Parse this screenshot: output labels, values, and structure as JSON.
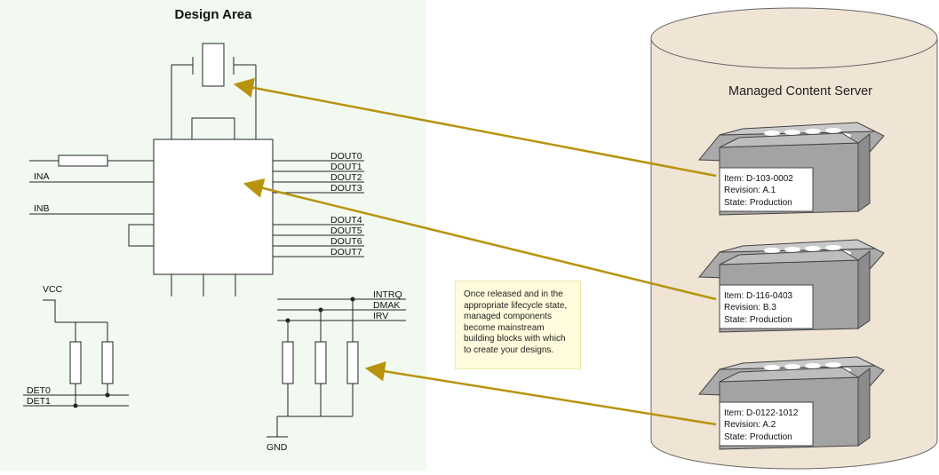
{
  "design_area": {
    "title": "Design Area",
    "chip_outputs": [
      "DOUT0",
      "DOUT1",
      "DOUT2",
      "DOUT3",
      "DOUT4",
      "DOUT5",
      "DOUT6",
      "DOUT7"
    ],
    "chip_inputs": [
      "INA",
      "INB"
    ],
    "power_net": "VCC",
    "det_nets": [
      "DET0",
      "DET1"
    ],
    "bus_nets": [
      "INTRQ",
      "DMAK",
      "IRV"
    ],
    "ground_net": "GND"
  },
  "server": {
    "title": "Managed Content Server",
    "items": [
      {
        "item": "Item: D-103-0002",
        "revision": "Revision: A.1",
        "state": "State: Production"
      },
      {
        "item": "Item: D-116-0403",
        "revision": "Revision: B.3",
        "state": "State: Production"
      },
      {
        "item": "Item: D-0122-1012",
        "revision": "Revision: A.2",
        "state": "State: Production"
      }
    ]
  },
  "callout": {
    "lines": [
      "Once released and in the",
      "appropriate lifecycle state,",
      "managed components",
      "become mainstream",
      "building blocks with which",
      "to create your designs."
    ]
  },
  "colors": {
    "design_area_bg": "#f1f9f1",
    "cylinder_fill": "#f0e4d4",
    "arrow": "#b8930e",
    "box_top": "#c9c9c9",
    "box_front": "#a3a3a3",
    "box_side": "#8c8c8c",
    "callout_bg": "#fffbdc"
  }
}
